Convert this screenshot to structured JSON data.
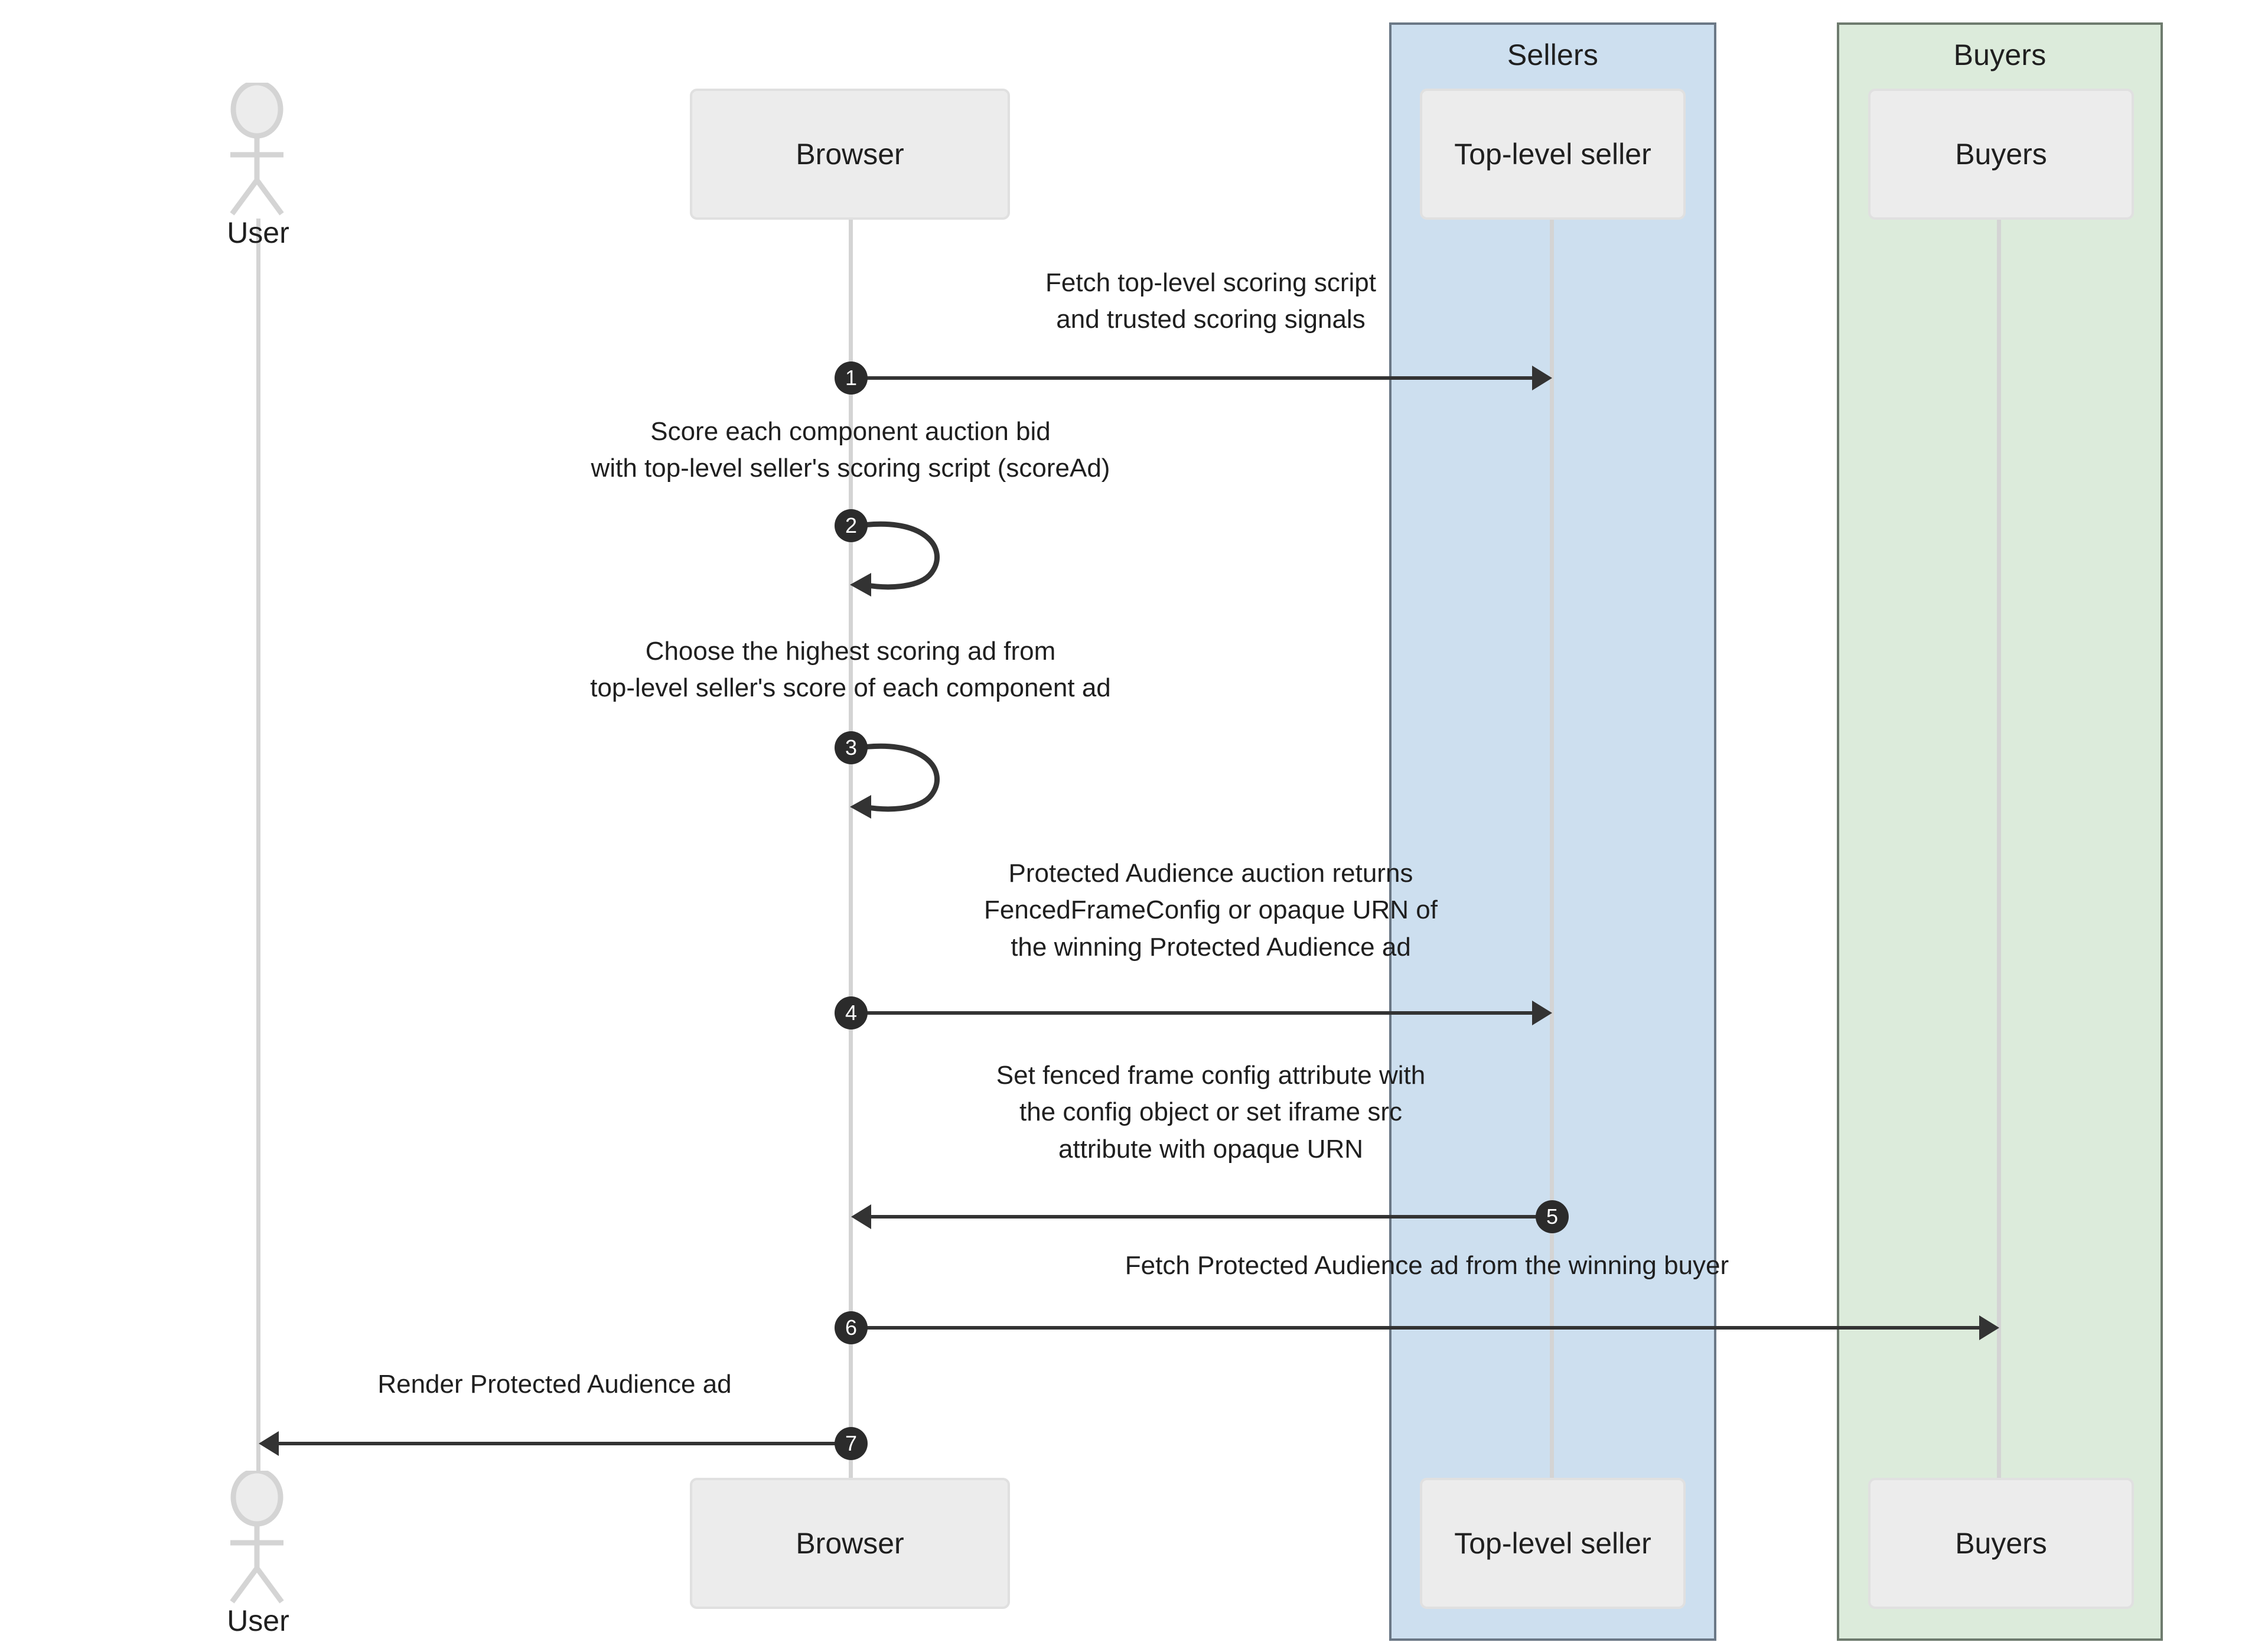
{
  "diagram": {
    "type": "sequence-diagram",
    "title": "Protected Audience top-level auction sequence"
  },
  "groups": [
    {
      "key": "sellers",
      "label": "Sellers",
      "color": "#cddfef",
      "border": "#6b7886"
    },
    {
      "key": "buyers",
      "label": "Buyers",
      "color": "#dcebdb",
      "border": "#6e7b6e"
    }
  ],
  "participants": [
    {
      "key": "user",
      "label": "User",
      "kind": "actor"
    },
    {
      "key": "browser",
      "label": "Browser",
      "kind": "box"
    },
    {
      "key": "seller",
      "label": "Top-level seller",
      "kind": "box",
      "group": "sellers"
    },
    {
      "key": "buyer",
      "label": "Buyers",
      "kind": "box",
      "group": "buyers"
    }
  ],
  "messages": [
    {
      "seq": "1",
      "from": "browser",
      "to": "seller",
      "direction": "right",
      "label": "Fetch top-level scoring script\nand trusted scoring signals"
    },
    {
      "seq": "2",
      "from": "browser",
      "to": "browser",
      "direction": "self",
      "label": "Score each component auction bid\nwith top-level seller's scoring script (scoreAd)"
    },
    {
      "seq": "3",
      "from": "browser",
      "to": "browser",
      "direction": "self",
      "label": "Choose the highest scoring ad from\ntop-level seller's score of each component ad"
    },
    {
      "seq": "4",
      "from": "browser",
      "to": "seller",
      "direction": "right",
      "label": "Protected Audience auction returns\nFencedFrameConfig or opaque URN of\nthe winning Protected Audience ad"
    },
    {
      "seq": "5",
      "from": "seller",
      "to": "browser",
      "direction": "left",
      "label": "Set fenced frame config attribute with\nthe config object or set iframe src\nattribute with opaque URN"
    },
    {
      "seq": "6",
      "from": "browser",
      "to": "buyer",
      "direction": "right",
      "label": "Fetch Protected Audience ad from the winning buyer"
    },
    {
      "seq": "7",
      "from": "browser",
      "to": "user",
      "direction": "left",
      "label": "Render Protected Audience ad"
    }
  ],
  "colors": {
    "sellers_fill": "#cddfef",
    "buyers_fill": "#dcebdb",
    "participant_fill": "#ececec",
    "lifeline": "#d4d4d4",
    "arrow": "#333333",
    "badge": "#2b2b2b",
    "text": "#1f1f1f"
  }
}
